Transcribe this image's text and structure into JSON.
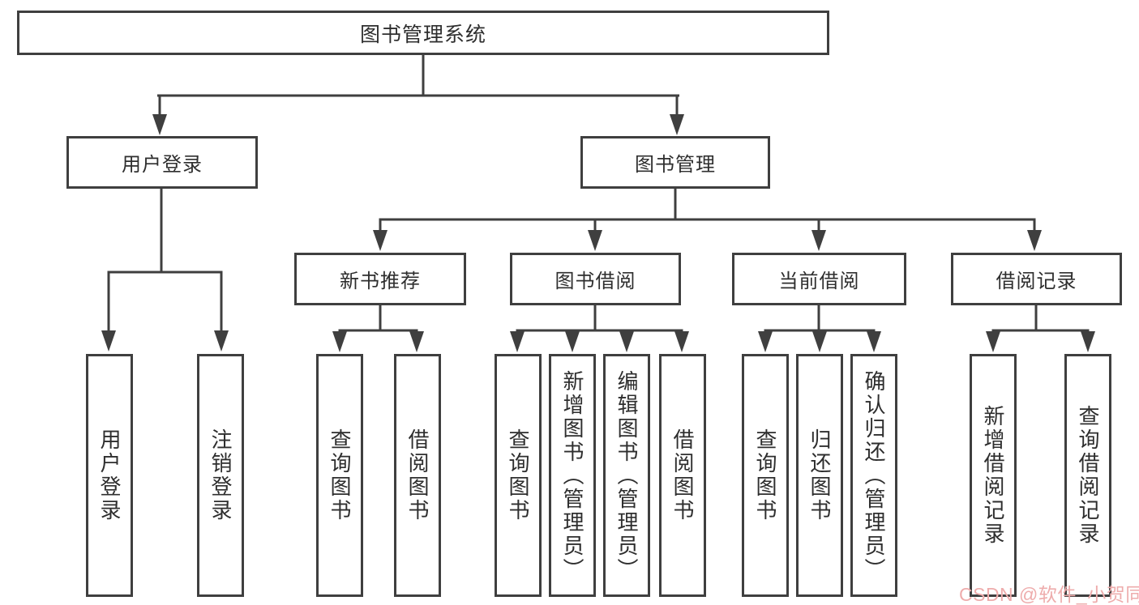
{
  "tree": {
    "root": {
      "label": "图书管理系统"
    },
    "branches": [
      {
        "label": "用户登录",
        "children": [
          {
            "label": "用户登录"
          },
          {
            "label": "注销登录"
          }
        ]
      },
      {
        "label": "图书管理",
        "children": [
          {
            "label": "新书推荐",
            "children": [
              {
                "label": "查询图书"
              },
              {
                "label": "借阅图书"
              }
            ]
          },
          {
            "label": "图书借阅",
            "children": [
              {
                "label": "查询图书"
              },
              {
                "label": "新增图书（管理员）"
              },
              {
                "label": "编辑图书（管理员）"
              },
              {
                "label": "借阅图书"
              }
            ]
          },
          {
            "label": "当前借阅",
            "children": [
              {
                "label": "查询图书"
              },
              {
                "label": "归还图书"
              },
              {
                "label": "确认归还（管理员）"
              }
            ]
          },
          {
            "label": "借阅记录",
            "children": [
              {
                "label": "新增借阅记录"
              },
              {
                "label": "查询借阅记录"
              }
            ]
          }
        ]
      }
    ]
  },
  "watermark": {
    "text": "CSDN @软件_小贺同学",
    "color": "#eeacac"
  },
  "colors": {
    "line": "#3f3f3f",
    "text": "#2e2e2e",
    "background": "#ffffff"
  }
}
